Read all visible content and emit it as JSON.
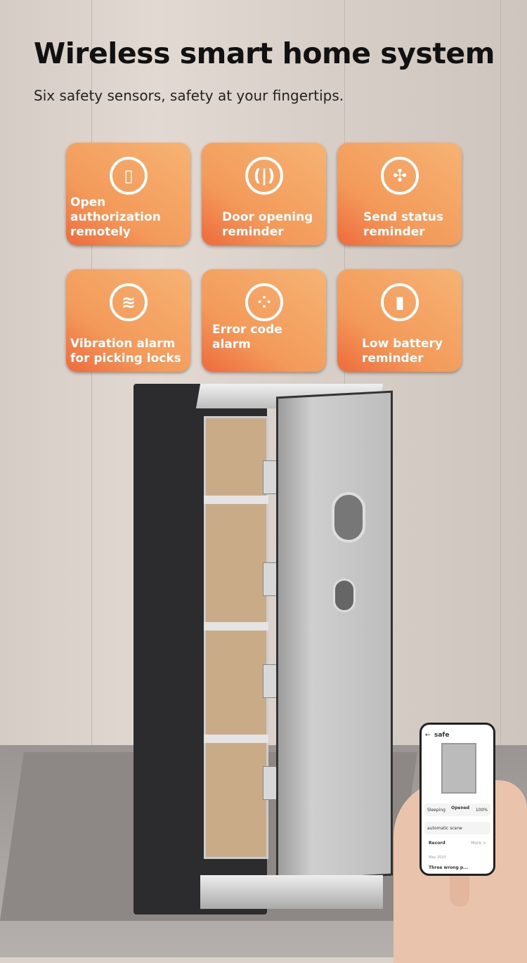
{
  "header": {
    "title": "Wireless smart home system",
    "subtitle": "Six safety sensors, safety at your fingertips."
  },
  "features": [
    {
      "label": "Open authorization remotely",
      "icon": "phone-wireless-icon"
    },
    {
      "label": "Door opening reminder",
      "icon": "door-sensor-icon"
    },
    {
      "label": "Send status reminder",
      "icon": "status-icon"
    },
    {
      "label": "Vibration alarm for picking locks",
      "icon": "vibration-icon"
    },
    {
      "label": "Error code alarm",
      "icon": "keypad-icon"
    },
    {
      "label": "Low battery reminder",
      "icon": "battery-icon"
    }
  ],
  "phone": {
    "title": "safe",
    "mode": "Sleeping",
    "status": "Opened",
    "battery": "100%",
    "scene": "automatic scene",
    "record": "Record",
    "more": "More >",
    "date": "May 2020",
    "entry": "Three wrong p..."
  },
  "colors": {
    "card_start": "#ee6a3c",
    "card_end": "#f6b373"
  }
}
